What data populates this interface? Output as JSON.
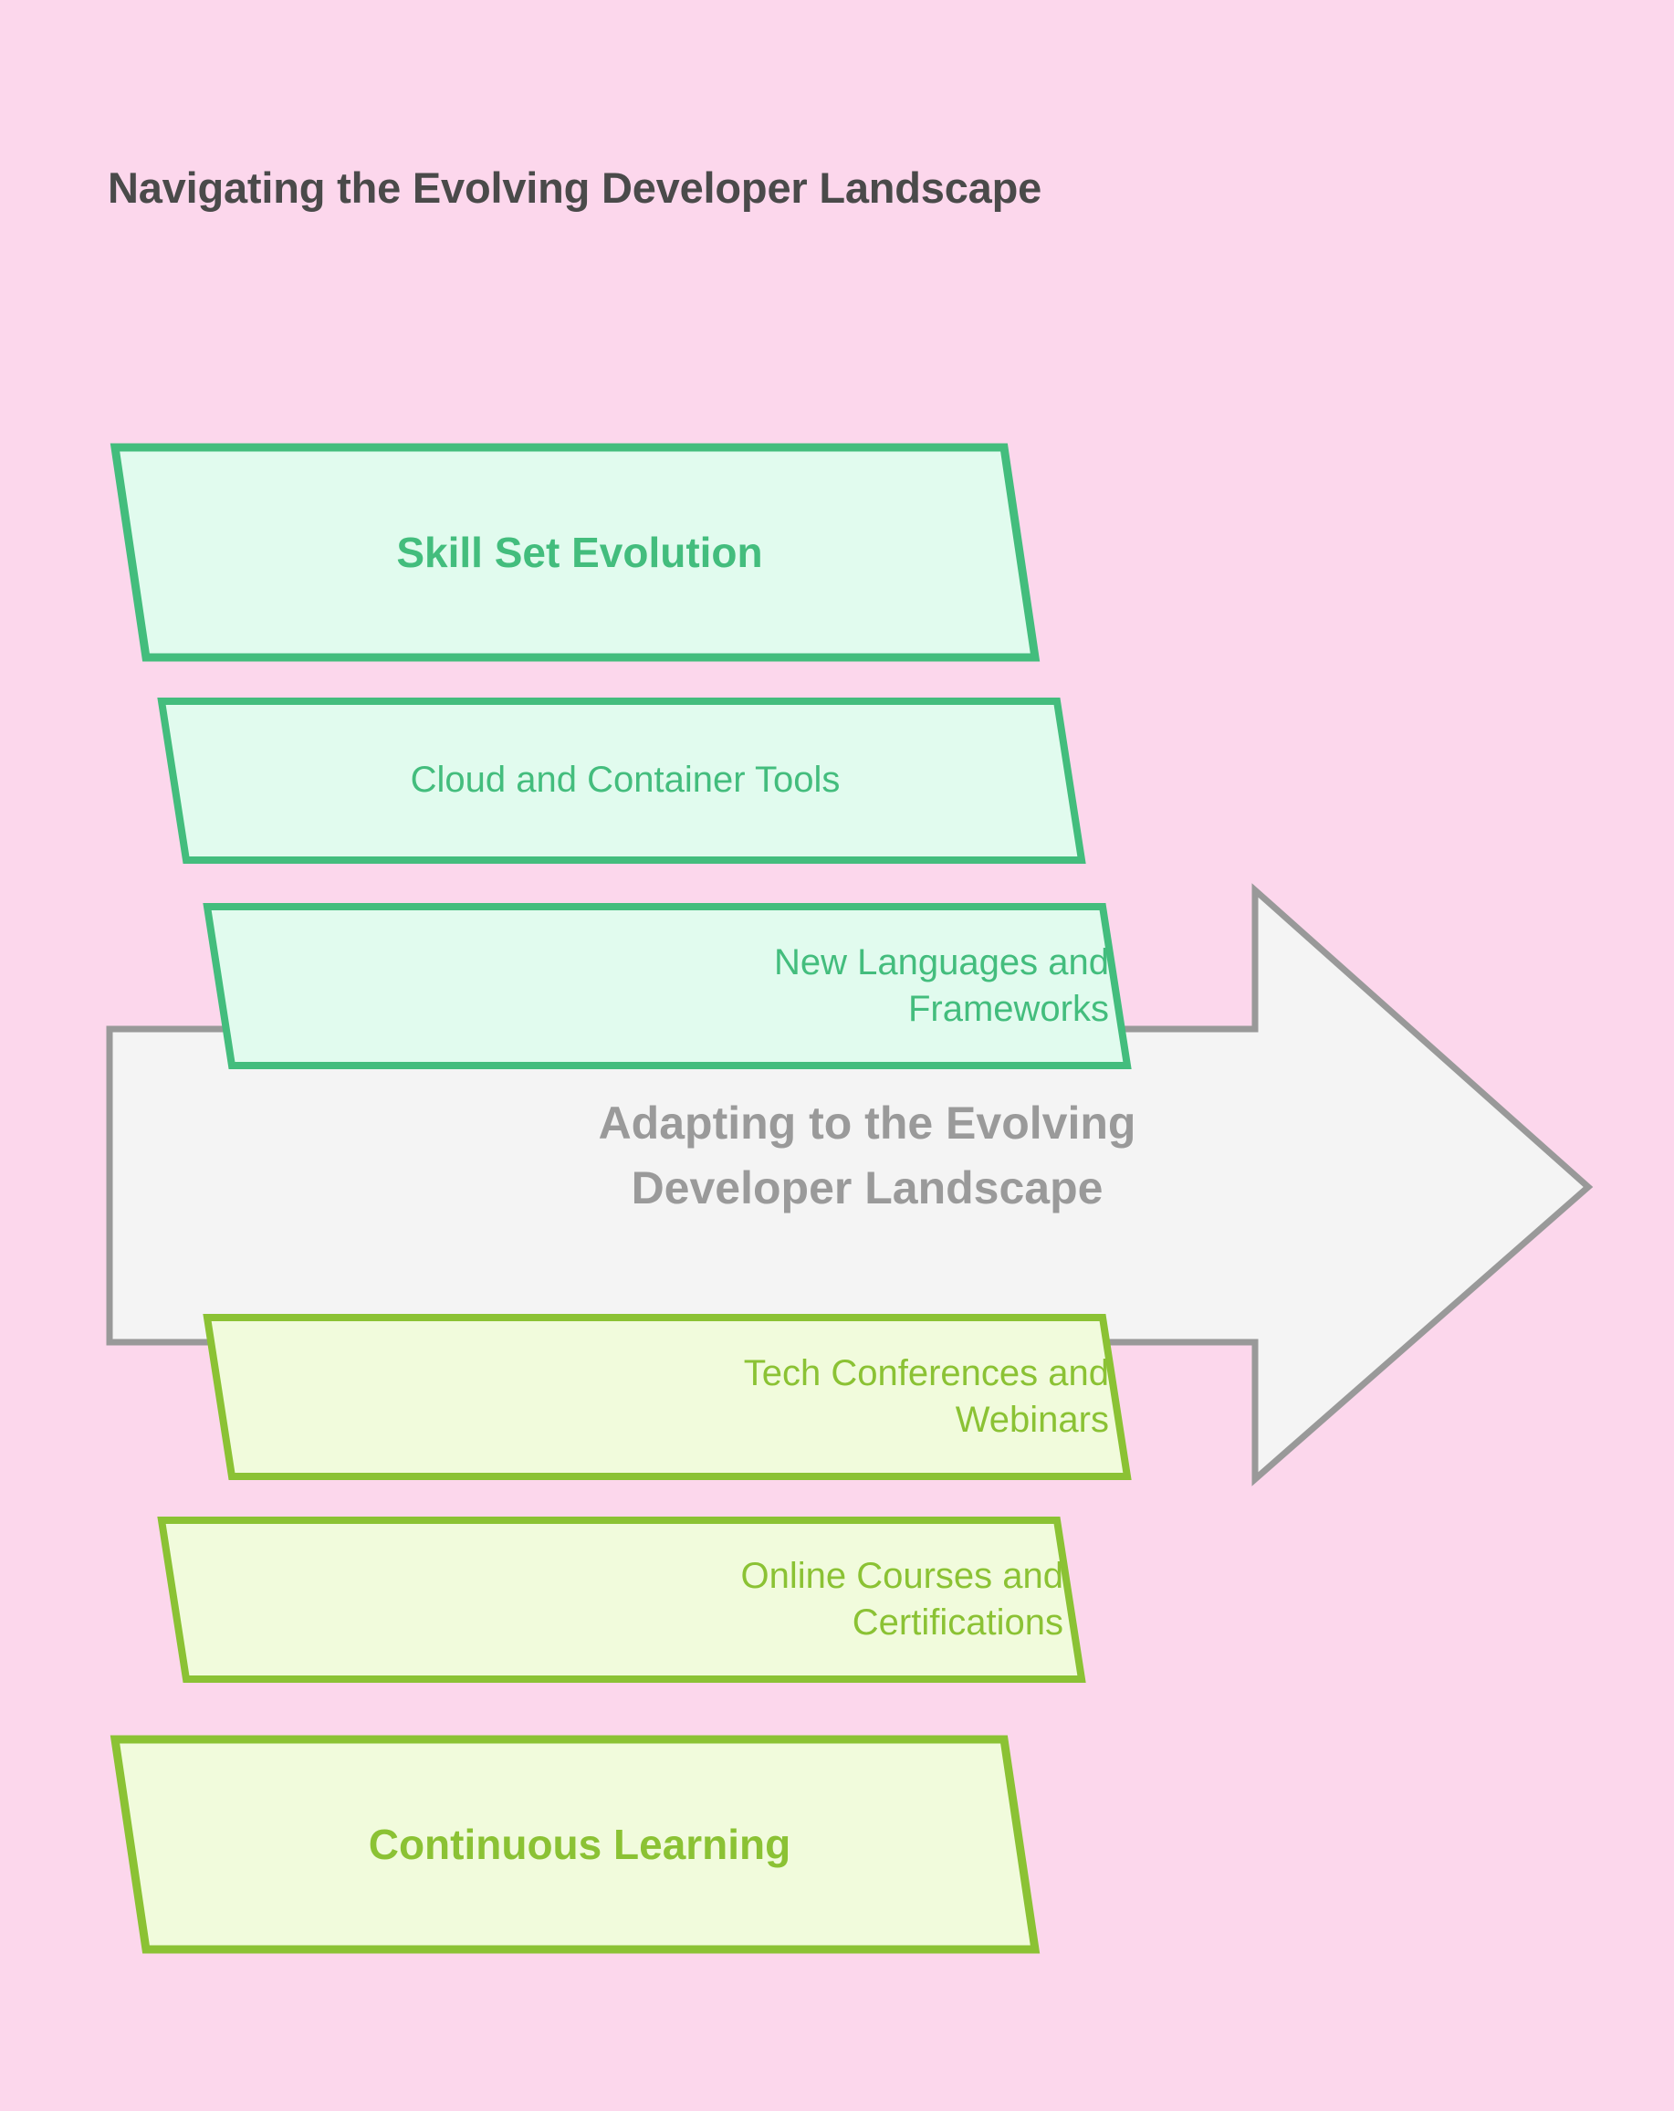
{
  "title": "Navigating the Evolving Developer Landscape",
  "arrow": {
    "label_line1": "Adapting to the Evolving",
    "label_line2": "Developer Landscape",
    "fill": "#f4f4f4",
    "stroke": "#999999"
  },
  "colors": {
    "background": "#fcd7ec",
    "green_fill": "#e1fbee",
    "green_stroke": "#43bd7d",
    "green_text": "#43bd7d",
    "lime_fill": "#f1fbdc",
    "lime_stroke": "#8bc234",
    "lime_text": "#8bc234",
    "title_text": "#4a4a4a",
    "arrow_text": "#9a9a9a"
  },
  "items": [
    {
      "id": "skill-set-evolution",
      "label": "Skill Set Evolution",
      "line1": "Skill Set Evolution",
      "line2": "",
      "group": "green",
      "emphasis": "bold",
      "align": "center"
    },
    {
      "id": "cloud-and-container-tools",
      "label": "Cloud and Container Tools",
      "line1": "Cloud and Container Tools",
      "line2": "",
      "group": "green",
      "emphasis": "normal",
      "align": "center"
    },
    {
      "id": "new-languages-and-frameworks",
      "label": "New Languages and Frameworks",
      "line1": "New Languages and",
      "line2": "Frameworks",
      "group": "green",
      "emphasis": "normal",
      "align": "right"
    },
    {
      "id": "tech-conferences-and-webinars",
      "label": "Tech Conferences and Webinars",
      "line1": "Tech Conferences and",
      "line2": "Webinars",
      "group": "lime",
      "emphasis": "normal",
      "align": "right"
    },
    {
      "id": "online-courses-and-certifications",
      "label": "Online Courses and Certifications",
      "line1": "Online Courses and",
      "line2": "Certifications",
      "group": "lime",
      "emphasis": "normal",
      "align": "right"
    },
    {
      "id": "continuous-learning",
      "label": "Continuous Learning",
      "line1": "Continuous Learning",
      "line2": "",
      "group": "lime",
      "emphasis": "bold",
      "align": "center"
    }
  ]
}
